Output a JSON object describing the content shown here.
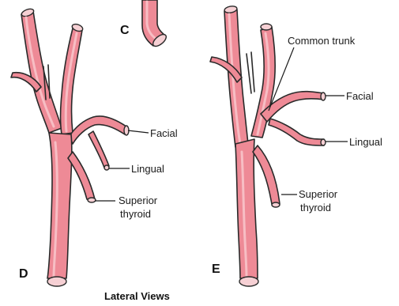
{
  "panels": {
    "c": {
      "letter": "C"
    },
    "d": {
      "letter": "D",
      "labels": {
        "facial": "Facial",
        "lingual": "Lingual",
        "superior_thyroid": [
          "Superior",
          "thyroid"
        ]
      }
    },
    "e": {
      "letter": "E",
      "labels": {
        "common_trunk": "Common trunk",
        "facial": "Facial",
        "lingual": "Lingual",
        "superior_thyroid": [
          "Superior",
          "thyroid"
        ]
      }
    }
  },
  "caption": "Lateral Views",
  "colors": {
    "artery_fill": "#ee8a96",
    "outline": "#2a2a2a",
    "lumen": "#f6d0d4",
    "background": "#ffffff"
  }
}
